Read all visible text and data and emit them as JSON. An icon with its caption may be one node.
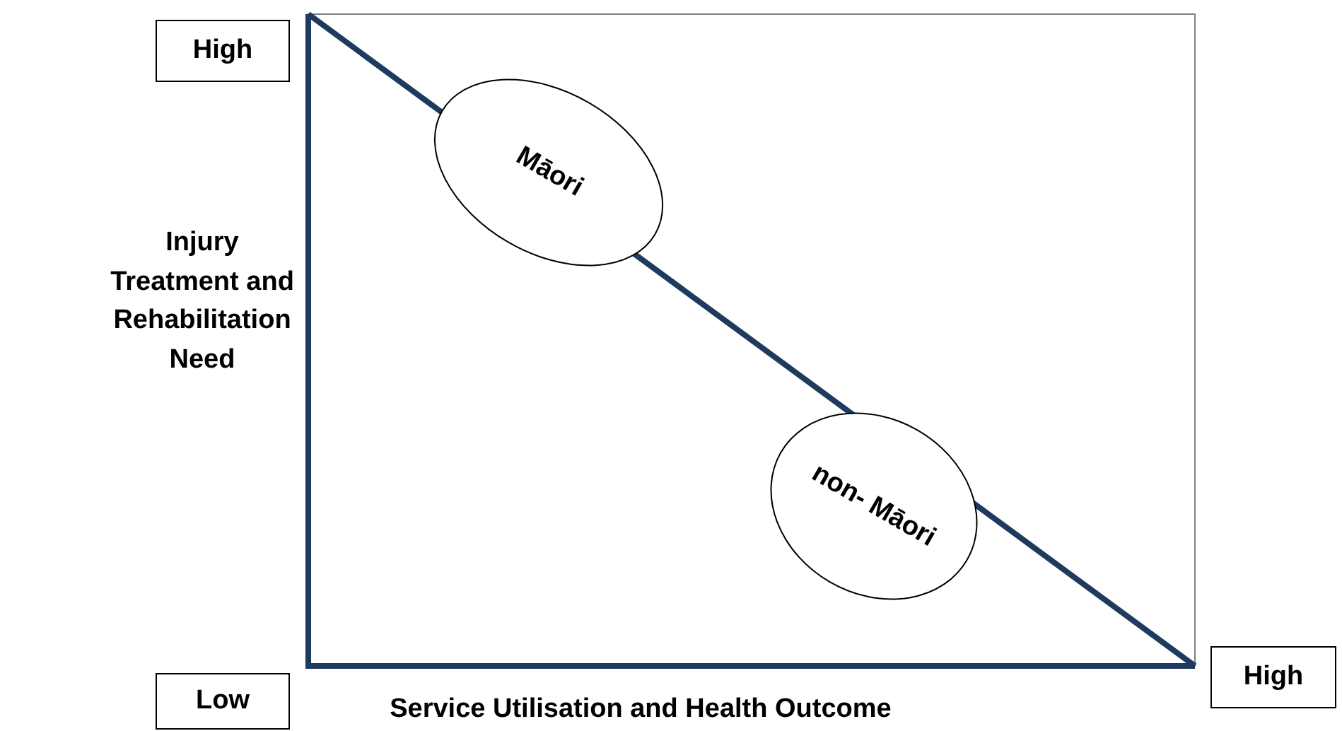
{
  "diagram": {
    "nodes": [
      {
        "text": [
          "High"
        ]
      },
      {
        "text": [
          "Low"
        ]
      },
      {
        "text": [
          "High"
        ]
      },
      {
        "text": [
          "Māori"
        ]
      },
      {
        "text": [
          "non- Māori"
        ]
      }
    ],
    "labels": [
      "Injury Treatment and Rehabilitation Need",
      "Service Utilisation and Health Outcome"
    ]
  }
}
